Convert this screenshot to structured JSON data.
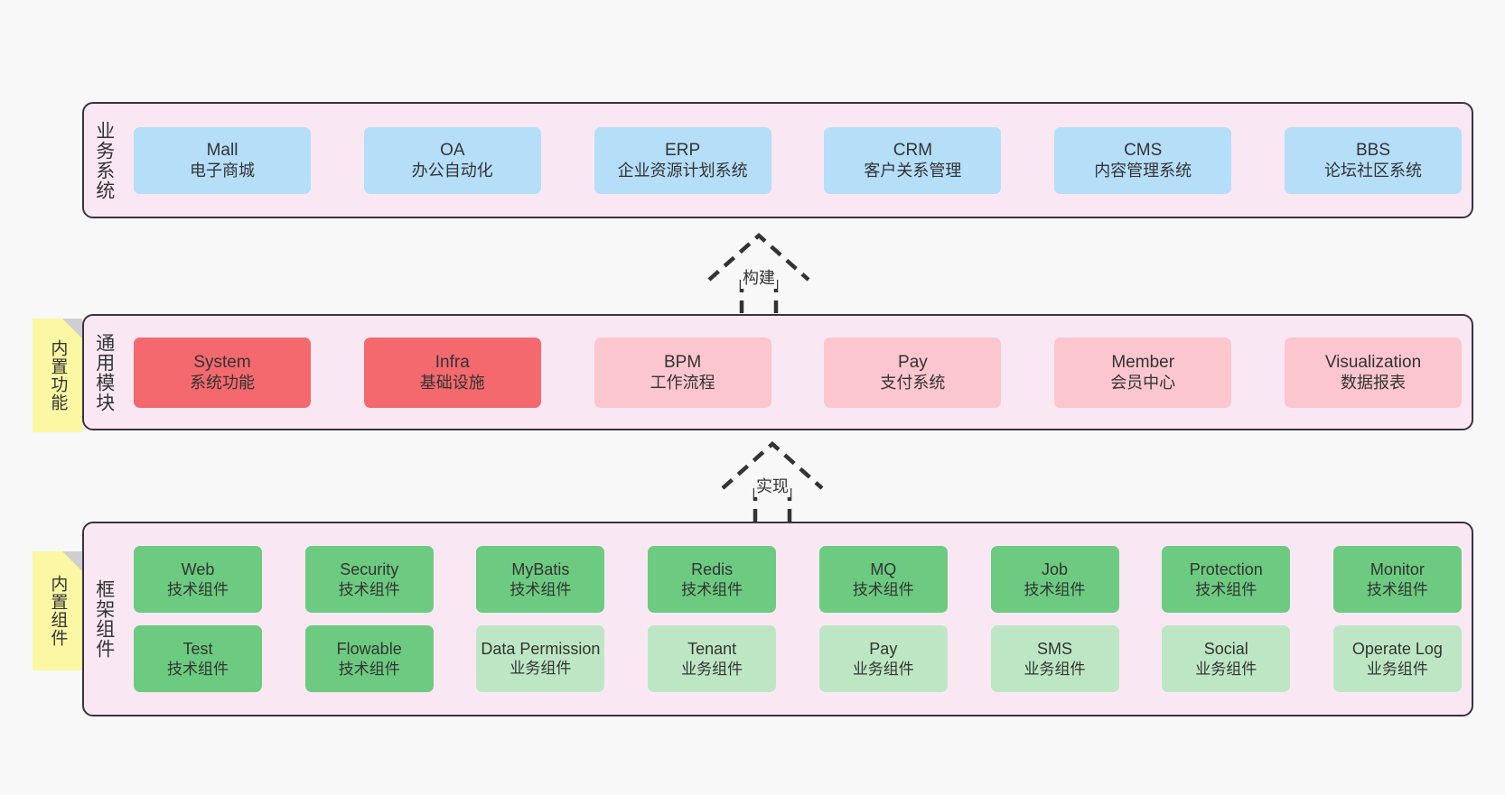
{
  "diagram": {
    "background_color": "#f8f8f8",
    "layer_fill": "#f9e8f3",
    "layer_border": "#3a3340",
    "colors": {
      "blue": "#b5def9",
      "red": "#f4696e",
      "pink": "#fbc6ce",
      "green": "#6ccb80",
      "light_green": "#bde7c4",
      "tab_yellow": "#fbf7a3",
      "fold_gray": "#cfcfcf"
    }
  },
  "tabs": [
    {
      "label": "内置功能"
    },
    {
      "label": "内置组件"
    }
  ],
  "layers": [
    {
      "title": "业务系统",
      "cards": [
        {
          "en": "Mall",
          "cn": "电子商城",
          "color": "blue"
        },
        {
          "en": "OA",
          "cn": "办公自动化",
          "color": "blue"
        },
        {
          "en": "ERP",
          "cn": "企业资源计划系统",
          "color": "blue"
        },
        {
          "en": "CRM",
          "cn": "客户关系管理",
          "color": "blue"
        },
        {
          "en": "CMS",
          "cn": "内容管理系统",
          "color": "blue"
        },
        {
          "en": "BBS",
          "cn": "论坛社区系统",
          "color": "blue"
        }
      ]
    },
    {
      "title": "通用模块",
      "cards": [
        {
          "en": "System",
          "cn": "系统功能",
          "color": "red"
        },
        {
          "en": "Infra",
          "cn": "基础设施",
          "color": "red"
        },
        {
          "en": "BPM",
          "cn": "工作流程",
          "color": "pink"
        },
        {
          "en": "Pay",
          "cn": "支付系统",
          "color": "pink"
        },
        {
          "en": "Member",
          "cn": "会员中心",
          "color": "pink"
        },
        {
          "en": "Visualization",
          "cn": "数据报表",
          "color": "pink"
        }
      ]
    },
    {
      "title": "框架组件",
      "rows": [
        [
          {
            "en": "Web",
            "cn": "技术组件",
            "color": "green"
          },
          {
            "en": "Security",
            "cn": "技术组件",
            "color": "green"
          },
          {
            "en": "MyBatis",
            "cn": "技术组件",
            "color": "green"
          },
          {
            "en": "Redis",
            "cn": "技术组件",
            "color": "green"
          },
          {
            "en": "MQ",
            "cn": "技术组件",
            "color": "green"
          },
          {
            "en": "Job",
            "cn": "技术组件",
            "color": "green"
          },
          {
            "en": "Protection",
            "cn": "技术组件",
            "color": "green"
          },
          {
            "en": "Monitor",
            "cn": "技术组件",
            "color": "green"
          }
        ],
        [
          {
            "en": "Test",
            "cn": "技术组件",
            "color": "green"
          },
          {
            "en": "Flowable",
            "cn": "技术组件",
            "color": "green"
          },
          {
            "en": "Data Permission",
            "cn": "业务组件",
            "color": "light_green"
          },
          {
            "en": "Tenant",
            "cn": "业务组件",
            "color": "light_green"
          },
          {
            "en": "Pay",
            "cn": "业务组件",
            "color": "light_green"
          },
          {
            "en": "SMS",
            "cn": "业务组件",
            "color": "light_green"
          },
          {
            "en": "Social",
            "cn": "业务组件",
            "color": "light_green"
          },
          {
            "en": "Operate Log",
            "cn": "业务组件",
            "color": "light_green"
          }
        ]
      ]
    }
  ],
  "arrows": [
    {
      "label": "构建",
      "style": "dashed-generalization"
    },
    {
      "label": "实现",
      "style": "dashed-generalization"
    }
  ]
}
